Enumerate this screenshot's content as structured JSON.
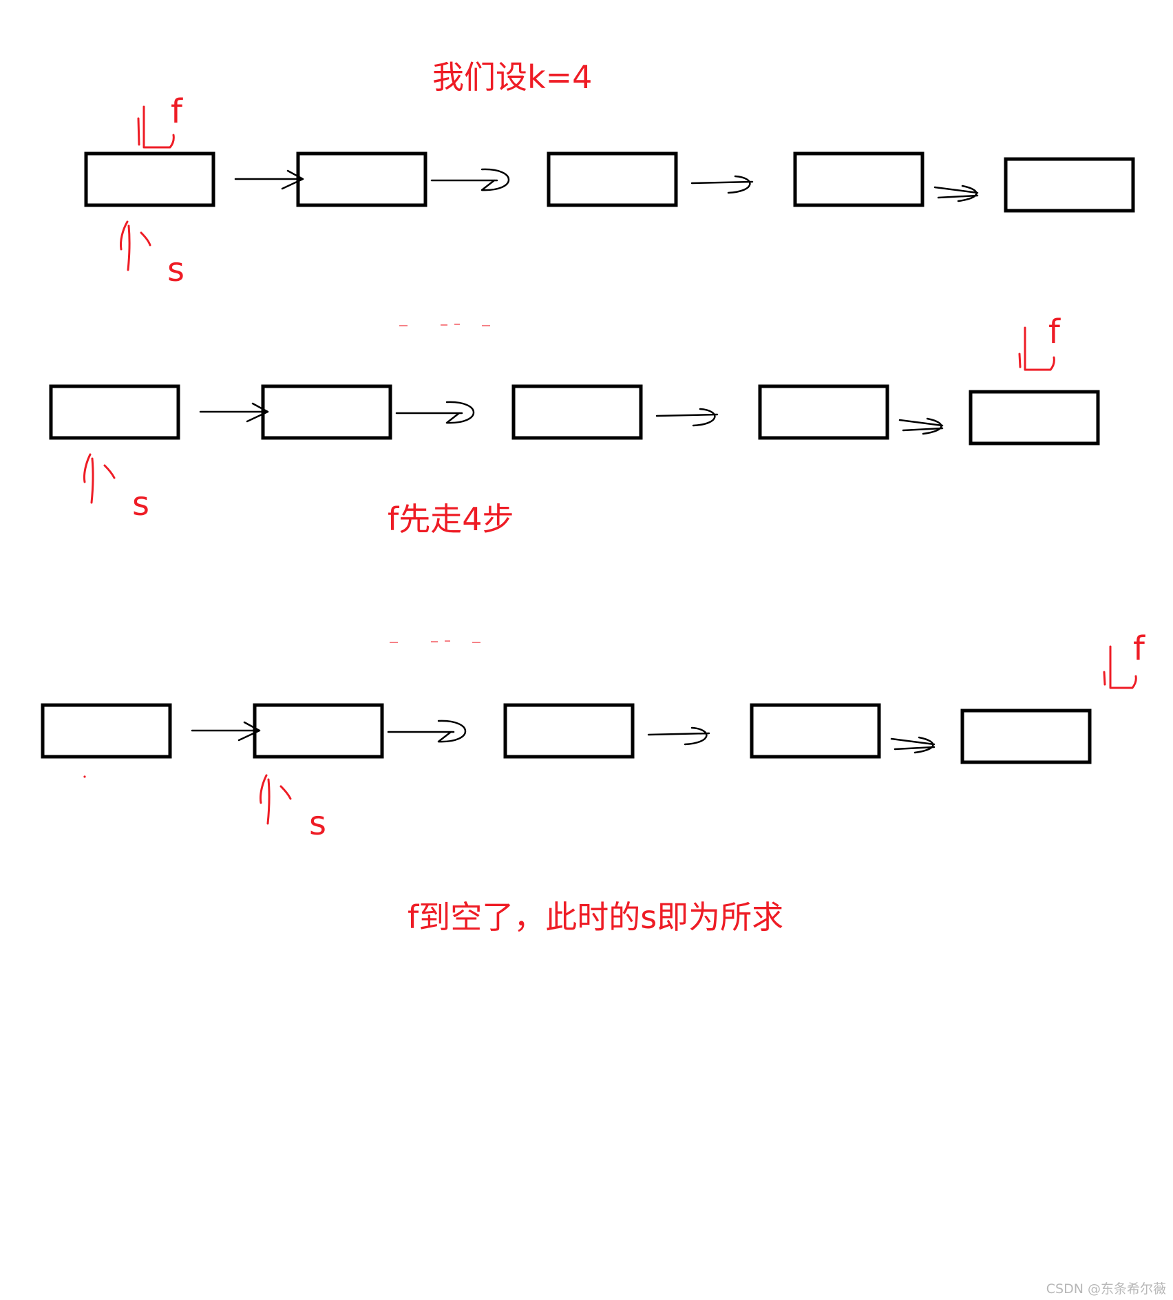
{
  "colors": {
    "annotation": "#ee1c25",
    "ink": "#000000",
    "watermark": "#b7b7b7"
  },
  "captions": {
    "set_k": "我们设k=4",
    "fast_first": "f先走4步",
    "result": "f到空了，此时的s即为所求"
  },
  "pointers": {
    "fast": "f",
    "slow": "s"
  },
  "rows": [
    {
      "nodes": 5,
      "fast_at": 0,
      "slow_at": 0
    },
    {
      "nodes": 5,
      "fast_at": 4,
      "slow_at": 0
    },
    {
      "nodes": 5,
      "fast_at": "null",
      "slow_at": 1
    }
  ],
  "watermark": "CSDN @东条希尔薇"
}
